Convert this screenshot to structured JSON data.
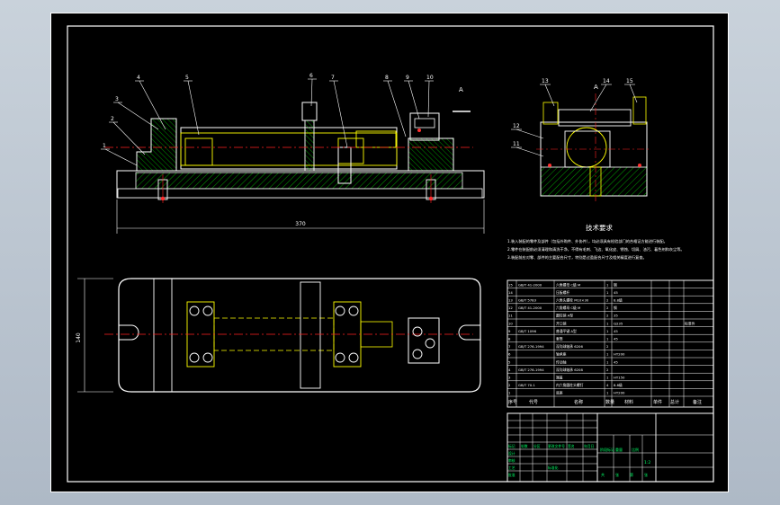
{
  "colors": {
    "background": "#000000",
    "frame": "#ffffff",
    "outline": "#ffffff",
    "hatch": "#00cc00",
    "parts": "#ffff00",
    "centerline": "#ff2020",
    "holes": "#ff4040",
    "leader": "#ffffff",
    "title_text": "#00ff66",
    "desktop": "#b6c0cb"
  },
  "drawing": {
    "section_label": "A",
    "section_label_right": "A",
    "dimension_length": "370",
    "dimension_height": "140",
    "balloons_front": [
      "4",
      "5",
      "6",
      "7",
      "8",
      "9",
      "10",
      "3",
      "2",
      "1"
    ],
    "balloons_side": [
      "13",
      "14",
      "15",
      "12",
      "11"
    ],
    "notes_title": "技术要求",
    "notes": [
      "1.装入装配的零件及部件（包括外购件、外协件），均必须具有检验部门的合格证方能进行装配。",
      "2.零件在装配前必须清理和清洗干净，不得有毛刺、飞边、氧化皮、锈蚀、切屑、油污、着色剂和灰尘等。",
      "3.装配前应对零、部件的主要配合尺寸，特别是过盈配合尺寸及相关精度进行复查。"
    ]
  },
  "bom": {
    "rows": [
      {
        "no": "15",
        "code": "GB/T 41-2000",
        "name": "六角螺母 C级 M",
        "qty": "1",
        "material": "钢",
        "note": ""
      },
      {
        "no": "14",
        "code": "",
        "name": "压板螺杆",
        "qty": "1",
        "material": "45",
        "note": ""
      },
      {
        "no": "13",
        "code": "GB/T 5783",
        "name": "六角头螺栓 M10×30",
        "qty": "2",
        "material": "8.8级",
        "note": ""
      },
      {
        "no": "12",
        "code": "GB/T 41-2000",
        "name": "六角螺母 C级 M",
        "qty": "2",
        "material": "钢",
        "note": ""
      },
      {
        "no": "11",
        "code": "",
        "name": "圆柱销 A型",
        "qty": "2",
        "material": "35",
        "note": ""
      },
      {
        "no": "10",
        "code": "",
        "name": "开口销",
        "qty": "1",
        "material": "Q235",
        "note": "标准件"
      },
      {
        "no": "9",
        "code": "GB/T 1096",
        "name": "普通平键 A型",
        "qty": "1",
        "material": "45",
        "note": ""
      },
      {
        "no": "8",
        "code": "",
        "name": "套筒",
        "qty": "1",
        "material": "45",
        "note": ""
      },
      {
        "no": "7",
        "code": "GB/T 276-1994",
        "name": "深沟球轴承 6206",
        "qty": "2",
        "material": "",
        "note": ""
      },
      {
        "no": "6",
        "code": "",
        "name": "轴承座",
        "qty": "1",
        "material": "HT200",
        "note": ""
      },
      {
        "no": "5",
        "code": "",
        "name": "传动轴",
        "qty": "1",
        "material": "45",
        "note": ""
      },
      {
        "no": "4",
        "code": "GB/T 276-1994",
        "name": "深沟球轴承 6208",
        "qty": "2",
        "material": "",
        "note": ""
      },
      {
        "no": "3",
        "code": "",
        "name": "端盖",
        "qty": "1",
        "material": "HT150",
        "note": ""
      },
      {
        "no": "2",
        "code": "GB/T 70.1",
        "name": "内六角圆柱头螺钉",
        "qty": "4",
        "material": "8.8级",
        "note": ""
      },
      {
        "no": "1",
        "code": "",
        "name": "底座",
        "qty": "1",
        "material": "HT200",
        "note": ""
      }
    ],
    "header": {
      "no": "序号",
      "code": "代号",
      "name": "名称",
      "qty": "数量",
      "material": "材料",
      "unit_weight": "单件",
      "total_weight": "总计",
      "note": "备注"
    }
  },
  "title_block": {
    "labels": [
      "标记",
      "处数",
      "分区",
      "更改文件号",
      "签名",
      "年月日"
    ],
    "row_labels": [
      "设计",
      "审核",
      "工艺",
      "批准"
    ],
    "stage_labels": [
      "阶段标记",
      "重量",
      "比例"
    ],
    "scale": "1:2",
    "sheet_labels": [
      "共",
      "张",
      "第",
      "张"
    ],
    "standardization": "标准化"
  }
}
